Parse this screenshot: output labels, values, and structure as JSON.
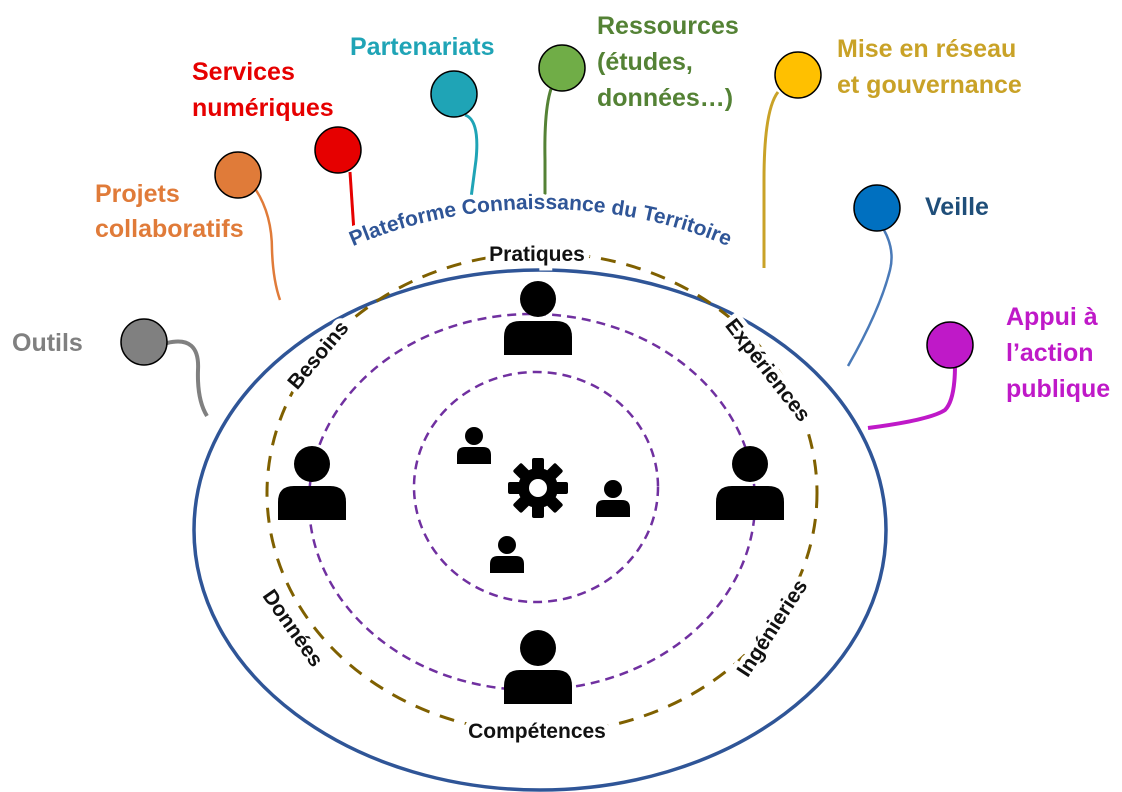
{
  "platform": {
    "label": "Plateforme Connaissance du Territoire",
    "color": "#2f5597"
  },
  "ring_labels": {
    "pratiques": "Pratiques",
    "besoins": "Besoins",
    "experiences": "Expériences",
    "donnees": "Données",
    "ingenieries": "Ingénieries",
    "competences": "Compétences"
  },
  "colors": {
    "outer_dash": "#7f6000",
    "inner_dash": "#7030a0",
    "person": "#000000"
  },
  "pins": [
    {
      "id": "outils",
      "lines": [
        "Outils"
      ],
      "color": "#808080"
    },
    {
      "id": "projets",
      "lines": [
        "Projets",
        "collaboratifs"
      ],
      "color": "#e07b39"
    },
    {
      "id": "services",
      "lines": [
        "Services",
        "numériques"
      ],
      "color": "#e60000"
    },
    {
      "id": "partenariats",
      "lines": [
        "Partenariats"
      ],
      "color": "#1fa4b6"
    },
    {
      "id": "ressources",
      "lines": [
        "Ressources",
        "(études,",
        "données…)"
      ],
      "color": "#548235"
    },
    {
      "id": "reseau",
      "lines": [
        "Mise en réseau",
        "et gouvernance"
      ],
      "color": "#c9a227"
    },
    {
      "id": "veille",
      "lines": [
        "Veille"
      ],
      "color": "#1f4e79"
    },
    {
      "id": "appui",
      "lines": [
        "Appui à",
        "l’action",
        "publique"
      ],
      "color": "#bf19c8"
    }
  ],
  "icons": {
    "center": "gear-icon",
    "people": "person-icon"
  }
}
